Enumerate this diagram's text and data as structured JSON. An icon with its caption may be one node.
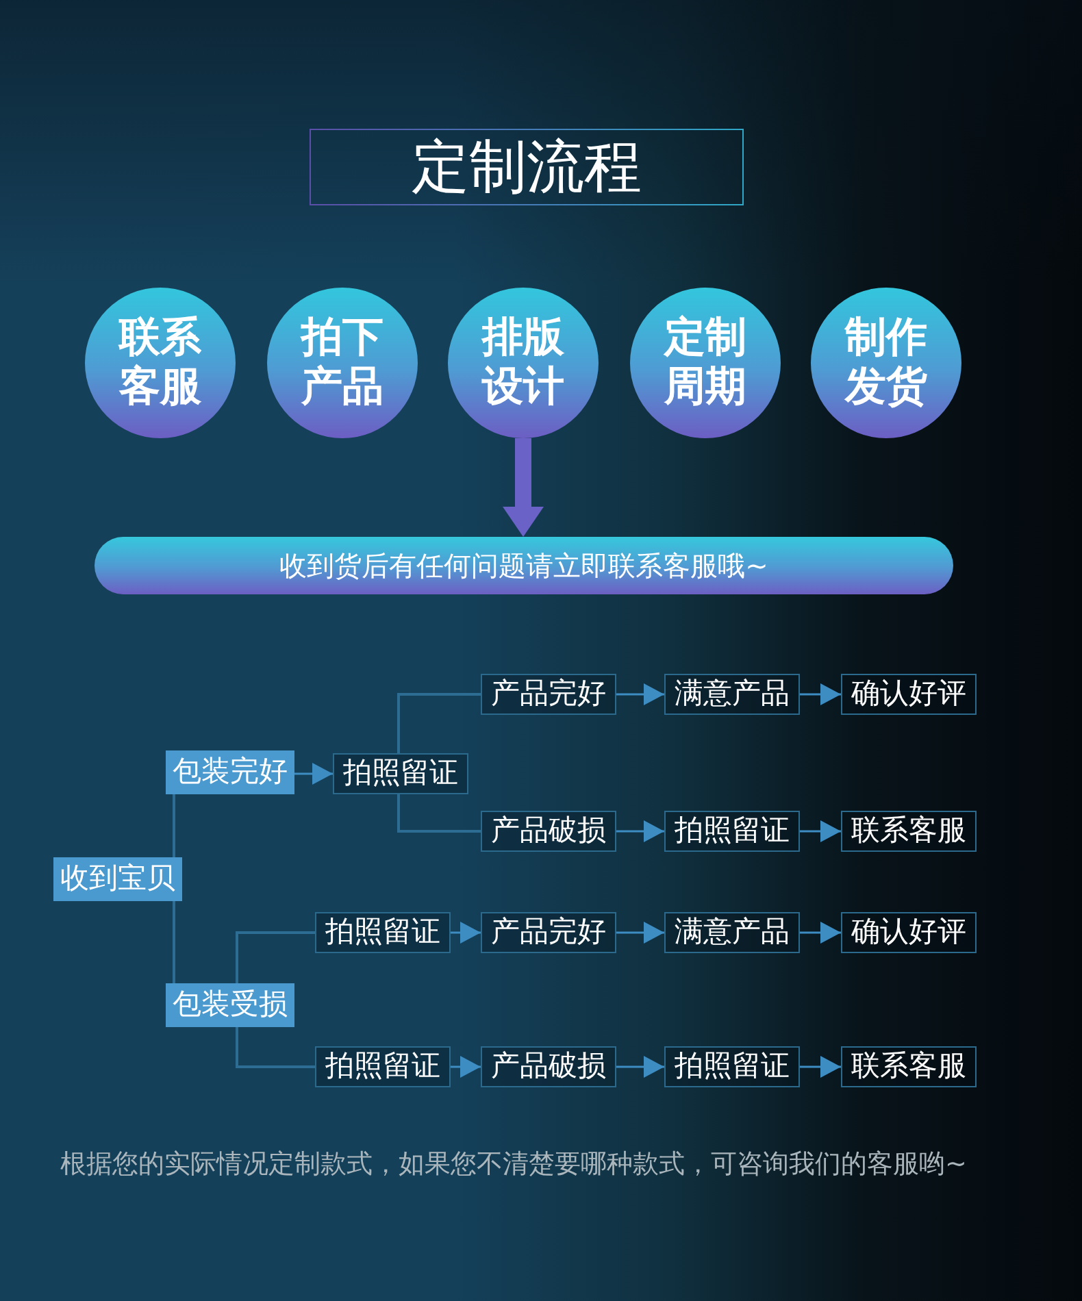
{
  "diagram": {
    "title": "定制流程",
    "nodes": [
      {
        "text": [
          "联系客服"
        ]
      },
      {
        "text": [
          "拍下产品"
        ]
      },
      {
        "text": [
          "排版设计"
        ]
      },
      {
        "text": [
          "定制周期"
        ]
      },
      {
        "text": [
          "制作发货"
        ]
      },
      {
        "text": [
          "收到货后有任何问题请立即联系客服哦~"
        ]
      },
      {
        "text": [
          "收到宝贝"
        ]
      },
      {
        "text": [
          "包装完好"
        ]
      },
      {
        "text": [
          "拍照留证"
        ]
      },
      {
        "text": [
          "产品完好"
        ]
      },
      {
        "text": [
          "满意产品"
        ]
      },
      {
        "text": [
          "确认好评"
        ]
      },
      {
        "text": [
          "产品破损"
        ]
      },
      {
        "text": [
          "拍照留证"
        ]
      },
      {
        "text": [
          "联系客服"
        ]
      },
      {
        "text": [
          "包装受损"
        ]
      },
      {
        "text": [
          "拍照留证"
        ]
      },
      {
        "text": [
          "产品完好"
        ]
      },
      {
        "text": [
          "满意产品"
        ]
      },
      {
        "text": [
          "确认好评"
        ]
      },
      {
        "text": [
          "拍照留证"
        ]
      },
      {
        "text": [
          "产品破损"
        ]
      },
      {
        "text": [
          "拍照留证"
        ]
      },
      {
        "text": [
          "联系客服"
        ]
      }
    ],
    "edges": [
      {
        "from": 2,
        "to": 5,
        "arrow": "to",
        "style": "thick",
        "color": "#6a62c6"
      },
      {
        "from": 6,
        "to": 7,
        "arrow": "none"
      },
      {
        "from": 6,
        "to": 15,
        "arrow": "none"
      },
      {
        "from": 7,
        "to": 8,
        "arrow": "to"
      },
      {
        "from": 8,
        "to": 9,
        "arrow": "none"
      },
      {
        "from": 8,
        "to": 12,
        "arrow": "none"
      },
      {
        "from": 9,
        "to": 10,
        "arrow": "to"
      },
      {
        "from": 10,
        "to": 11,
        "arrow": "to"
      },
      {
        "from": 12,
        "to": 13,
        "arrow": "to"
      },
      {
        "from": 13,
        "to": 14,
        "arrow": "to"
      },
      {
        "from": 15,
        "to": 16,
        "arrow": "none"
      },
      {
        "from": 15,
        "to": 20,
        "arrow": "none"
      },
      {
        "from": 16,
        "to": 17,
        "arrow": "to"
      },
      {
        "from": 17,
        "to": 18,
        "arrow": "to"
      },
      {
        "from": 18,
        "to": 19,
        "arrow": "to"
      },
      {
        "from": 20,
        "to": 21,
        "arrow": "to"
      },
      {
        "from": 21,
        "to": 22,
        "arrow": "to"
      },
      {
        "from": 22,
        "to": 23,
        "arrow": "to"
      }
    ],
    "labels": [
      "根据您的实际情况定制款式，如果您不清楚要哪种款式，可咨询我们的客服哟~"
    ]
  }
}
